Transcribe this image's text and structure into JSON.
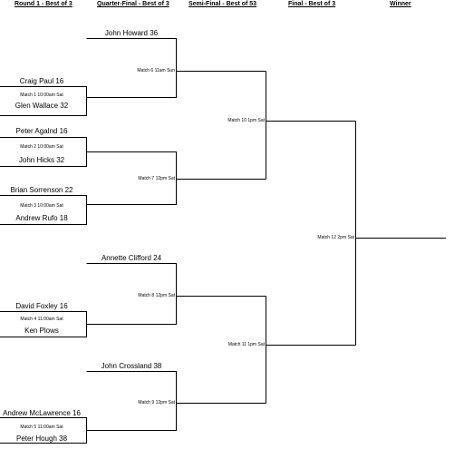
{
  "headers": {
    "round1": "Round 1 - Best of 3",
    "quarter": "Quarter-Final - Best of 3",
    "semi": "Semi-Final - Best of 53",
    "final": "Final - Best of 3",
    "winner": "Winner"
  },
  "round1": {
    "m1": {
      "top": "Craig Paul 16",
      "bottom": "Glen Wallace 32",
      "label": "Match 1 10:00am Sat"
    },
    "m2": {
      "top": "Peter Agalnd 16",
      "bottom": "John Hicks 32",
      "label": "Match 2 10:00am Sat"
    },
    "m3": {
      "top": "Brian Sorrenson 22",
      "bottom": "Andrew Rufo 18",
      "label": "Match 3 10:00am Sat"
    },
    "m4": {
      "top": "David Foxley 16",
      "bottom": "Ken Plows",
      "label": "Match 4 11:00am Sat"
    },
    "m5": {
      "top": "Andrew McLawrence 16",
      "bottom": "Peter Hough 38",
      "label": "Match 5 11:00am Sat"
    }
  },
  "quarter": {
    "q6": {
      "top": "John Howard 36",
      "label": "Match 6 11am Sun"
    },
    "q7": {
      "label": "Match 7 12pm Sat"
    },
    "q8": {
      "top": "Annette Clifford 24",
      "label": "Match 8 12pm Sat"
    },
    "q9": {
      "top": "John Crossland 38",
      "label": "Match 9 12pm Sat"
    }
  },
  "semi": {
    "s10": {
      "label": "Match 10 1pm Sat"
    },
    "s11": {
      "label": "Match 11 1pm Sat"
    }
  },
  "final": {
    "f12": {
      "label": "Match 12 2pm Sat"
    }
  }
}
